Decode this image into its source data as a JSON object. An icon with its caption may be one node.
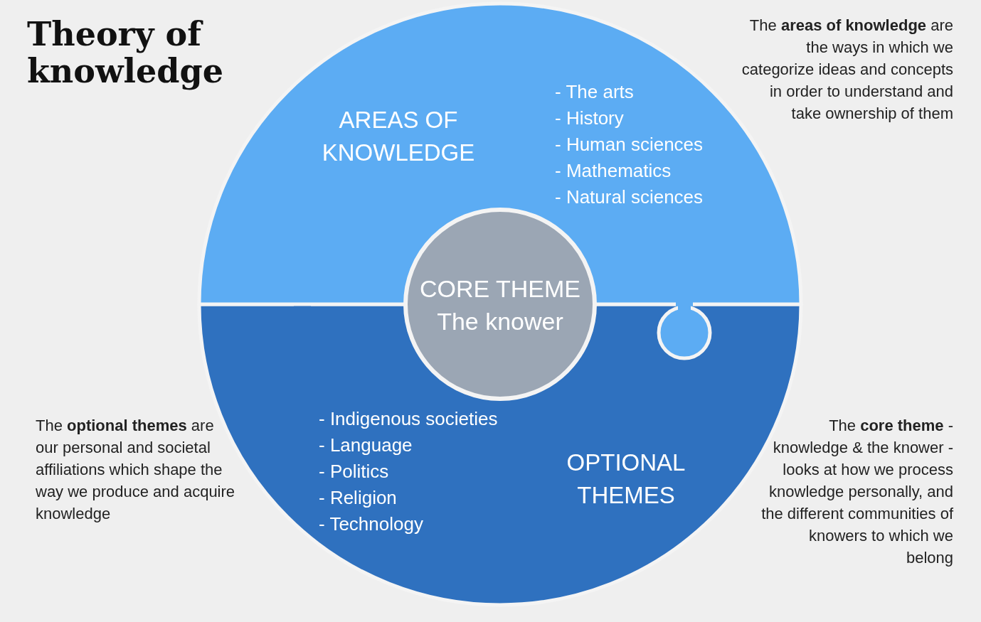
{
  "diagram": {
    "title": "Theory of knowledge",
    "nodes": [
      {
        "text": [
          "AREAS OF KNOWLEDGE",
          "- The arts",
          "- History",
          "- Human sciences",
          "- Mathematics",
          "- Natural sciences"
        ]
      },
      {
        "text": [
          "OPTIONAL THEMES",
          "- Indigenous societies",
          "- Language",
          "- Politics",
          "- Religion",
          "- Technology"
        ]
      },
      {
        "text": [
          "CORE THEME",
          "The knower"
        ]
      }
    ],
    "edges": [],
    "labels": [
      "The **areas of knowledge** are the ways in which we categorize ideas and concepts in order to understand and take ownership of them",
      "The **optional themes** are our personal and societal affiliations which shape the way we produce and acquire knowledge",
      "The **core theme** - knowledge & the knower - looks at  how we process knowledge personally, and the different communities of knowers to which we belong"
    ]
  }
}
